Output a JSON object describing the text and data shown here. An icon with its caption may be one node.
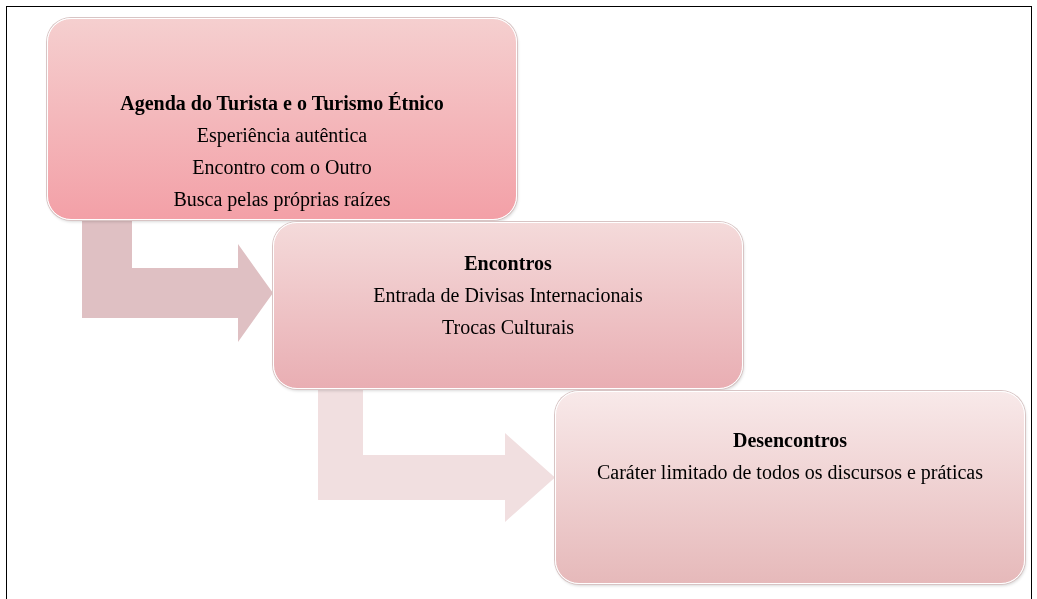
{
  "diagram": {
    "nodes": [
      {
        "text": [
          "Agenda do Turista e o Turismo Étnico",
          "Esperiência autêntica",
          "Encontro com o Outro",
          "Busca pelas próprias raízes"
        ]
      },
      {
        "text": [
          "Encontros",
          "Entrada de Divisas Internacionais",
          "Trocas Culturais"
        ]
      },
      {
        "text": [
          "Desencontros",
          "Caráter limitado de todos os discursos e práticas"
        ]
      }
    ],
    "edges": [
      {
        "from": 0,
        "to": 1,
        "arrow": "to",
        "color": "#dfc0c3"
      },
      {
        "from": 1,
        "to": 2,
        "arrow": "to",
        "color": "#f1dfe0"
      }
    ]
  }
}
